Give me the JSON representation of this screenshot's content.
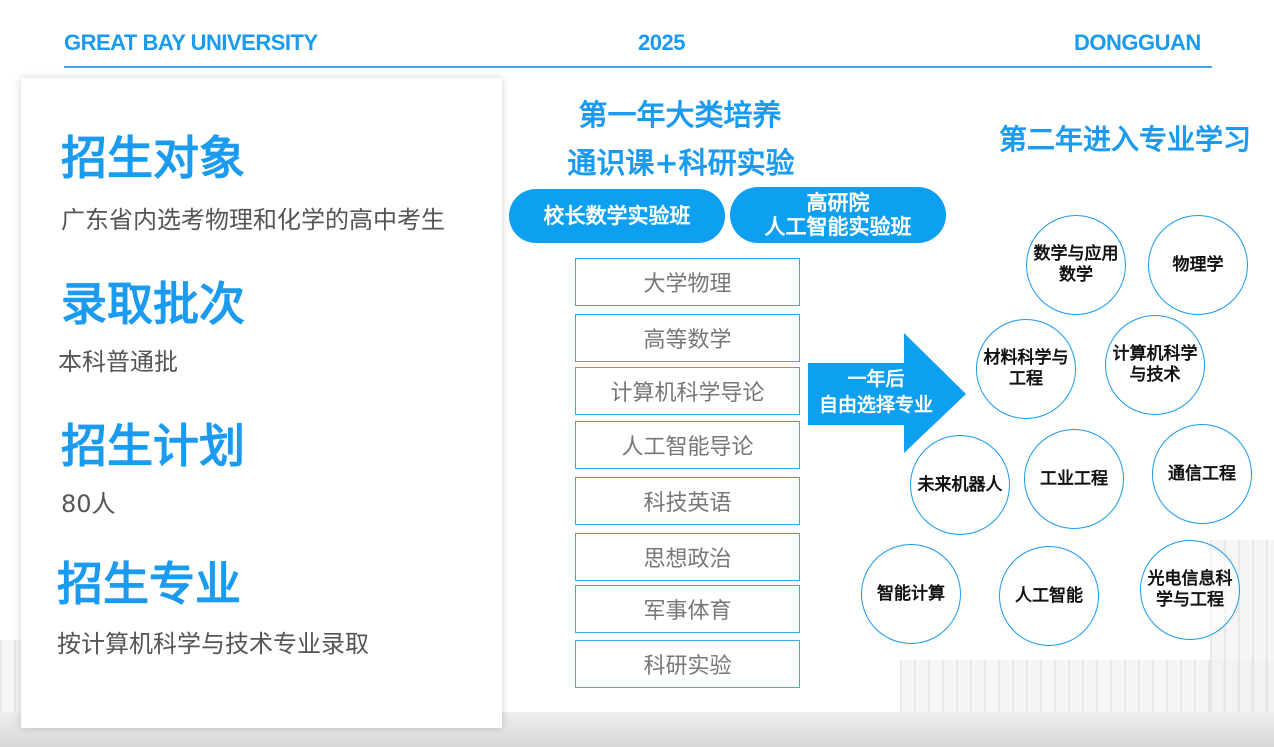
{
  "header": {
    "left": "GREAT BAY UNIVERSITY",
    "center": "2025",
    "right": "DONGGUAN"
  },
  "info": [
    {
      "heading": "招生对象",
      "text": "广东省内选考物理和化学的高中考生"
    },
    {
      "heading": "录取批次",
      "text": "本科普通批"
    },
    {
      "heading": "招生计划",
      "text": "80人"
    },
    {
      "heading": "招生专业",
      "text": "按计算机科学与技术专业录取"
    }
  ],
  "year1": {
    "title_line1": "第一年大类培养",
    "title_line2": "通识课+科研实验",
    "class1": "校长数学实验班",
    "class2_line1": "高研院",
    "class2_line2": "人工智能实验班",
    "courses": [
      "大学物理",
      "高等数学",
      "计算机科学导论",
      "人工智能导论",
      "科技英语",
      "思想政治",
      "军事体育",
      "科研实验"
    ]
  },
  "arrow": {
    "line1": "一年后",
    "line2": "自由选择专业"
  },
  "year2": {
    "title": "第二年进入专业学习",
    "majors": [
      [
        "数学与应用",
        "数学"
      ],
      [
        "物理学"
      ],
      [
        "材料科学与",
        "工程"
      ],
      [
        "计算机科学",
        "与技术"
      ],
      [
        "未来机器人"
      ],
      [
        "工业工程"
      ],
      [
        "通信工程"
      ],
      [
        "智能计算"
      ],
      [
        "人工智能"
      ],
      [
        "光电信息科",
        "学与工程"
      ]
    ]
  },
  "colors": {
    "accent": "#1a9bf0"
  }
}
